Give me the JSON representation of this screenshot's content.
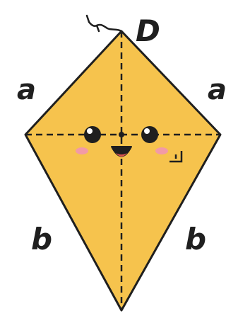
{
  "diagram": {
    "top_vertex_label": "D",
    "upper_left_side_label": "a",
    "upper_right_side_label": "a",
    "lower_left_side_label": "b",
    "lower_right_side_label": "b"
  },
  "colors": {
    "kite_fill": "#f6c34d",
    "outline": "#1f1f1f",
    "cheek": "#f29aa6",
    "mouth": "#d9534f"
  },
  "icons": [
    "right-angle-mark-icon",
    "kite-face-icon",
    "string-tail-icon"
  ]
}
